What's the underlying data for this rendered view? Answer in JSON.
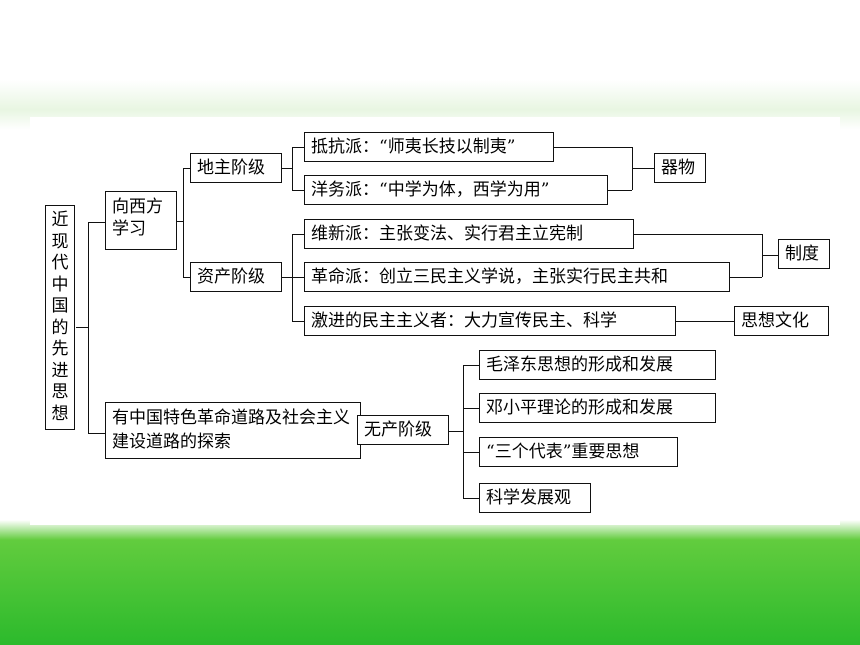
{
  "diagram": {
    "root": "近现代中国的先进思想",
    "branches": [
      {
        "label": "向西方学习",
        "classes": [
          {
            "label": "地主阶级",
            "schools": [
              "抵抗派：“师夷长技以制夷”",
              "洋务派：“中学为体，西学为用”"
            ],
            "outcome": "器物"
          },
          {
            "label": "资产阶级",
            "schools": [
              "维新派：主张变法、实行君主立宪制",
              "革命派：创立三民主义学说，主张实行民主共和",
              "激进的民主主义者：大力宣传民主、科学"
            ],
            "outcomes": [
              "制度",
              "思想文化"
            ]
          }
        ]
      },
      {
        "label": "有中国特色革命道路及社会主义建设道路的探索",
        "class_label": "无产阶级",
        "theories": [
          "毛泽东思想的形成和发展",
          "邓小平理论的形成和发展",
          "“三个代表”重要思想",
          "科学发展观"
        ]
      }
    ]
  }
}
